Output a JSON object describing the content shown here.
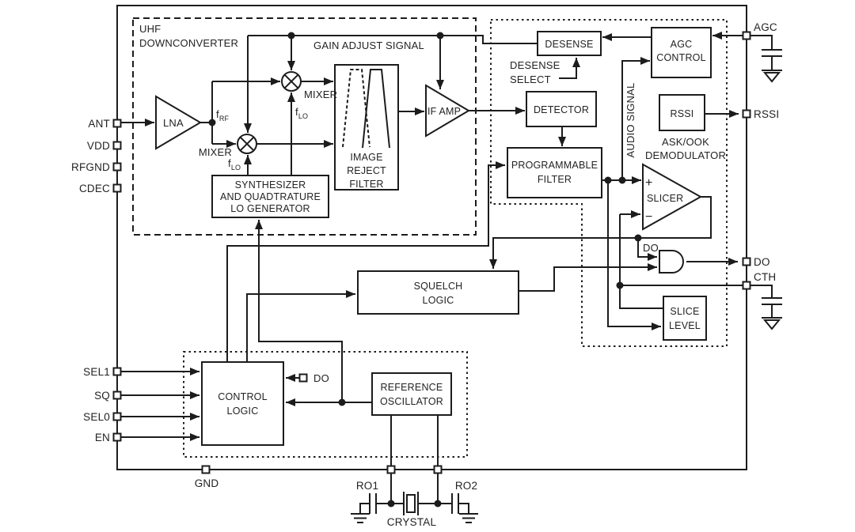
{
  "colors": {
    "line": "#1c1c1c",
    "text": "#232323",
    "background": "#ffffff"
  },
  "blocks": {
    "uhf_downconverter": {
      "line1": "UHF",
      "line2": "DOWNCONVERTER"
    },
    "lna": {
      "label": "LNA"
    },
    "mixer_top": {
      "label": "MIXER"
    },
    "mixer_bottom": {
      "label": "MIXER"
    },
    "synthesizer": {
      "line1": "SYNTHESIZER",
      "line2": "AND QUADTRATURE",
      "line3": "LO GENERATOR"
    },
    "image_reject_filter": {
      "line1": "IMAGE",
      "line2": "REJECT",
      "line3": "FILTER"
    },
    "if_amp": {
      "label": "IF AMP"
    },
    "desense": {
      "label": "DESENSE"
    },
    "desense_select": {
      "line1": "DESENSE",
      "line2": "SELECT"
    },
    "agc_control": {
      "line1": "AGC",
      "line2": "CONTROL"
    },
    "detector": {
      "label": "DETECTOR"
    },
    "rssi": {
      "label": "RSSI"
    },
    "ask_ook_demodulator": {
      "line1": "ASK/OOK",
      "line2": "DEMODULATOR"
    },
    "programmable_filter": {
      "line1": "PROGRAMMABLE",
      "line2": "FILTER"
    },
    "slicer": {
      "label": "SLICER",
      "plus": "+",
      "minus": "−"
    },
    "squelch_logic": {
      "line1": "SQUELCH",
      "line2": "LOGIC"
    },
    "slice_level": {
      "line1": "SLICE",
      "line2": "LEVEL"
    },
    "control_logic": {
      "line1": "CONTROL",
      "line2": "LOGIC"
    },
    "reference_oscillator": {
      "line1": "REFERENCE",
      "line2": "OSCILLATOR"
    },
    "crystal": {
      "label": "CRYSTAL"
    }
  },
  "signals": {
    "gain_adjust": "GAIN ADJUST SIGNAL",
    "audio": "AUDIO SIGNAL",
    "f_base": "f",
    "f_rf_sub": "RF",
    "f_lo_sub": "LO",
    "do_node": "DO",
    "do_internal": "DO"
  },
  "pins": {
    "left": [
      "ANT",
      "VDD",
      "RFGND",
      "CDEC",
      "SEL1",
      "SQ",
      "SEL0",
      "EN"
    ],
    "right": [
      "AGC",
      "RSSI",
      "DO",
      "CTH"
    ],
    "bottom": [
      "GND",
      "RO1",
      "RO2"
    ]
  }
}
